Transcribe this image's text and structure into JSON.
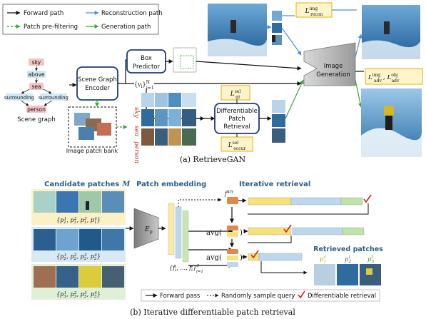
{
  "legend_top": {
    "forward": "Forward path",
    "reconstruction": "Reconstruction path",
    "prefilter": "Patch pre-filtering",
    "generation": "Generation path"
  },
  "scene_graph": {
    "nodes": {
      "sky": "sky",
      "above": "above",
      "sea": "sea",
      "surrounding_left": "surrounding",
      "surrounding_right": "surrounding",
      "person": "person"
    },
    "label": "Scene graph"
  },
  "modules": {
    "encoder_line1": "Scene Graph",
    "encoder_line2": "Encoder",
    "box_line1": "Box",
    "box_line2": "Predictor",
    "image_gen_line1": "Image",
    "image_gen_line2": "Generation",
    "retrieval_line1": "Differentiable",
    "retrieval_line2": "Patch",
    "retrieval_line3": "Retrieval",
    "patch_bank": "Image patch bank"
  },
  "math": {
    "v_main": "{v",
    "v_sub": "i",
    "v_close": "}",
    "v_super": "N",
    "v_range": "i=1",
    "L_recon": "L",
    "L_recon_sup": "img",
    "L_recon_sub": "recon",
    "L_gt": "L",
    "L_gt_sup": "sel",
    "L_gt_sub": "gt",
    "L_occur": "L",
    "L_occur_sup": "sel",
    "L_occur_sub": "occur",
    "L_adv_a": "L",
    "L_adv_a_sup": "img",
    "L_adv_a_sub": "adv",
    "L_adv_sep": ",",
    "L_adv_b": "L",
    "L_adv_b_sup": "obj",
    "L_adv_b_sub": "adv"
  },
  "row_labels": {
    "sky": "sky",
    "sea": "sea",
    "person": "person"
  },
  "caption_a": "(a) RetrieveGAN",
  "section_b": {
    "candidate_title": "Candidate patches",
    "candidate_var": "M",
    "embedding_title": "Patch embedding",
    "iterative_title": "Iterative retrieval",
    "retrieved_title": "Retrieved patches",
    "ep": "E",
    "ep_sub": "p",
    "fqry": "f",
    "fqry_sup": "qry",
    "avg1": "avg(",
    "avg2": "avg(",
    "avg_close1": ")",
    "avg_close2": ")",
    "set_label": "{f",
    "set_sub": "i",
    "set_sup": "1",
    "set_mid": ", ..., f",
    "set_sub2": "i",
    "set_sup2": "4",
    "set_end": "}",
    "set_sup3": "3",
    "set_range": "i=1",
    "row1_set": "{p",
    "row2_set": "{p",
    "row3_set": "{p"
  },
  "patch_sets": [
    [
      "p",
      "1",
      "1",
      "p",
      "1",
      "2",
      "p",
      "1",
      "3",
      "p",
      "1",
      "4"
    ],
    [
      "p",
      "2",
      "1",
      "p",
      "2",
      "2",
      "p",
      "2",
      "3",
      "p",
      "2",
      "4"
    ],
    [
      "p",
      "3",
      "1",
      "p",
      "3",
      "2",
      "p",
      "3",
      "3",
      "p",
      "3",
      "4"
    ]
  ],
  "retrieved": [
    {
      "p": "p",
      "sub": "1",
      "sup": "4"
    },
    {
      "p": "p",
      "sub": "2",
      "sup": "1"
    },
    {
      "p": "p",
      "sub": "3",
      "sup": "2"
    }
  ],
  "legend_bottom": {
    "forward": "Forward pass",
    "random": "Randomly sample query",
    "diff": "Differentiable retrieval"
  },
  "caption_b": "(b) Iterative differentiable patch retrieval",
  "colors": {
    "forward": "#111111",
    "reconstruction": "#4a90d9",
    "prefilter": "#2e9e2e",
    "generation": "#3aa43a",
    "loss_fill": "#fff4cc",
    "loss_stroke": "#e0b300",
    "node_fill": "#cfe8f5",
    "person_fill": "#f4c2c2",
    "check": "#d62020",
    "orange": "#e8864a",
    "green_bar": "#bfe3a8",
    "blue_bar": "#bcd8ee",
    "yellow_bar": "#f6e27a"
  }
}
